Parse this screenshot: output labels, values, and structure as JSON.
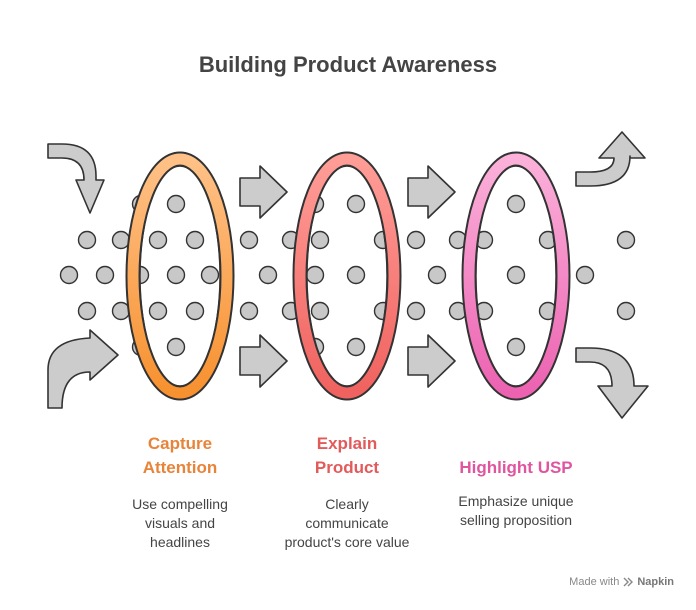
{
  "title": "Building Product Awareness",
  "stages": [
    {
      "title_line1": "Capture",
      "title_line2": "Attention",
      "desc_line1": "Use compelling",
      "desc_line2": "visuals and",
      "desc_line3": "headlines",
      "color": "#e8843a",
      "ring_light": "#ffc187",
      "ring_dark": "#f7912f"
    },
    {
      "title_line1": "Explain",
      "title_line2": "Product",
      "desc_line1": "Clearly",
      "desc_line2": "communicate",
      "desc_line3": "product's core value",
      "color": "#e35a5a",
      "ring_light": "#ff9d97",
      "ring_dark": "#f0625f"
    },
    {
      "title_line1": "Highlight USP",
      "title_line2": "",
      "desc_line1": "Emphasize unique",
      "desc_line2": "selling proposition",
      "desc_line3": "",
      "color": "#e0559f",
      "ring_light": "#fbb1da",
      "ring_dark": "#ec62b1"
    }
  ],
  "footer": {
    "made_with": "Made with",
    "brand": "Napkin"
  },
  "colors": {
    "dot": "#c8c8c8",
    "arrow": "#cccccc",
    "outline": "#333333"
  }
}
